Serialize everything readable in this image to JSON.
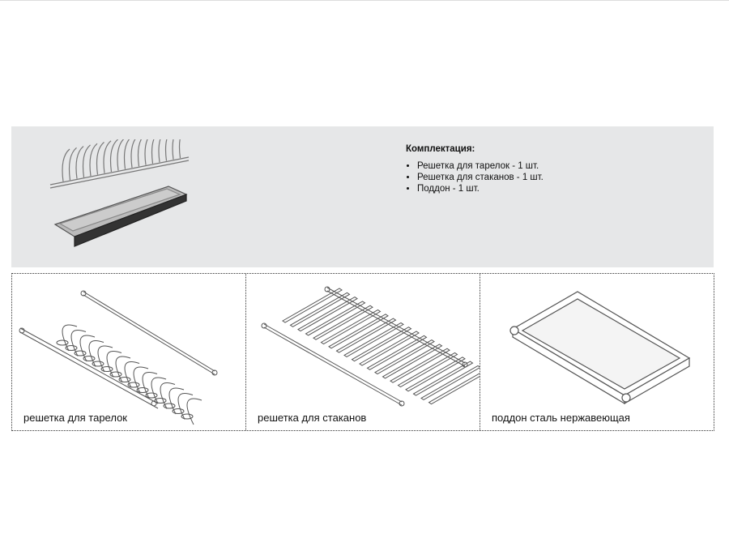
{
  "kit": {
    "title": "Комплектация:",
    "items": [
      "Решетка для тарелок - 1 шт.",
      "Решетка для стаканов - 1 шт.",
      "Поддон - 1 шт."
    ]
  },
  "parts": [
    {
      "caption": "решетка для тарелок"
    },
    {
      "caption": "решетка для стаканов"
    },
    {
      "caption": "поддон сталь нержавеющая"
    }
  ]
}
